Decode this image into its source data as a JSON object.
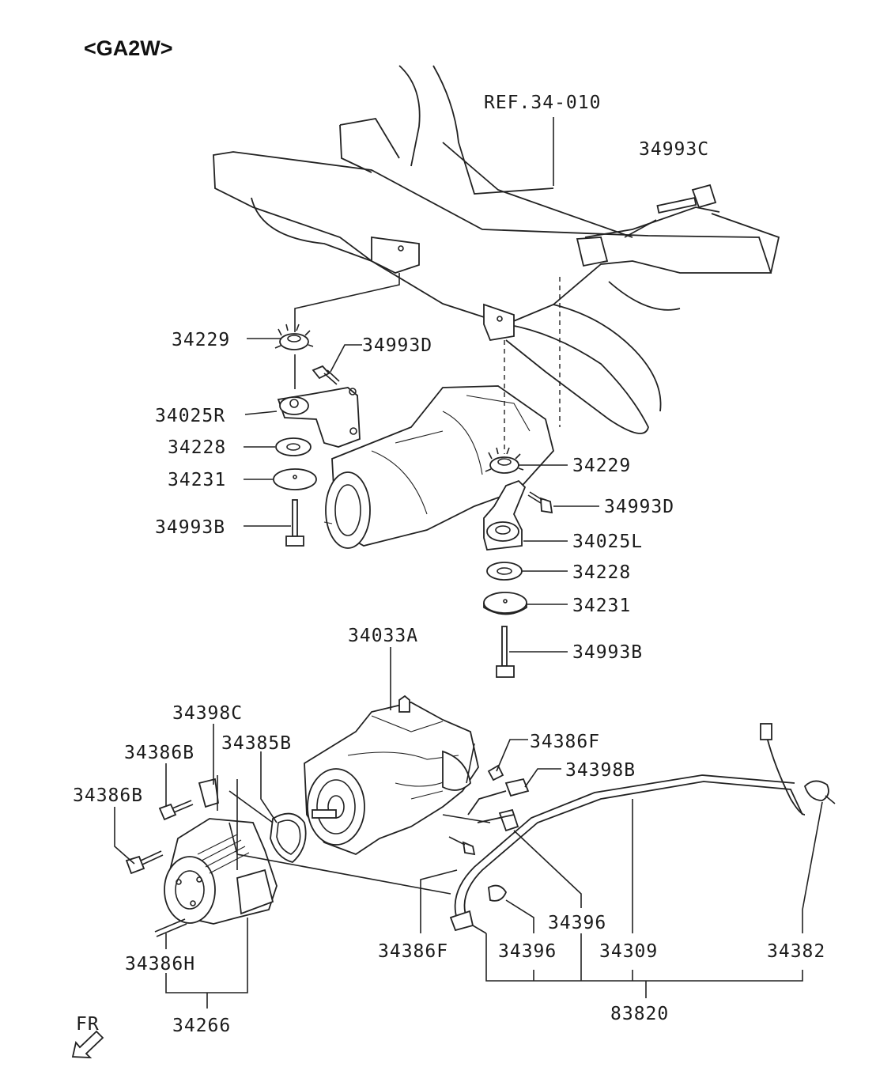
{
  "title": "<GA2W>",
  "fr_label": "FR",
  "labels": {
    "ref": "REF.34-010",
    "b34993C": "34993C",
    "m34229a": "34229",
    "b34993Da": "34993D",
    "m34025R": "34025R",
    "w34228a": "34228",
    "w34231a": "34231",
    "b34993Ba": "34993B",
    "m34229b": "34229",
    "b34993Db": "34993D",
    "m34025L": "34025L",
    "w34228b": "34228",
    "w34231b": "34231",
    "b34993Bb": "34993B",
    "d34033A": "34033A",
    "br34398C": "34398C",
    "b34386Ba": "34386B",
    "g34385B": "34385B",
    "b34386Bb": "34386B",
    "b34386Fa": "34386F",
    "br34398B": "34398B",
    "b34386H": "34386H",
    "c34266": "34266",
    "b34386Fb": "34386F",
    "cl34396a": "34396",
    "cl34396b": "34396",
    "h34309": "34309",
    "s34382": "34382",
    "a83820": "83820"
  }
}
